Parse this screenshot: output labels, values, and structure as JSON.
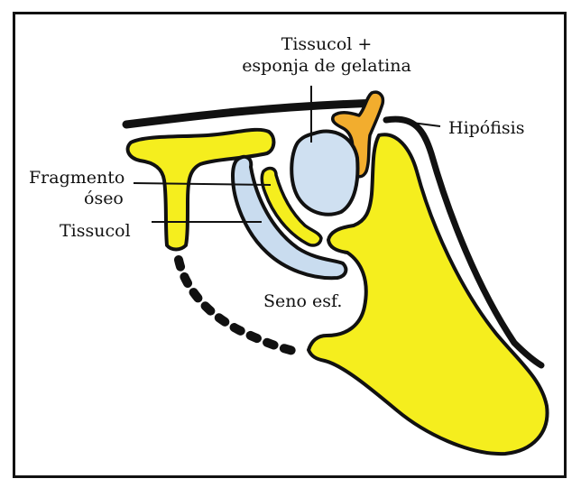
{
  "labels": {
    "tissucol_gelatina_line1": "Tissucol +",
    "tissucol_gelatina_line2": "esponja de gelatina",
    "hipofisis": "Hipófisis",
    "fragmento_line1": "Fragmento",
    "fragmento_line2": "óseo",
    "tissucol": "Tissucol",
    "seno": "Seno esf."
  },
  "colors": {
    "bone": "#f5ee1e",
    "tissucol": "#c9dcef",
    "hipofisis": "#f2ad2e",
    "outline": "#111111",
    "background": "#ffffff"
  }
}
